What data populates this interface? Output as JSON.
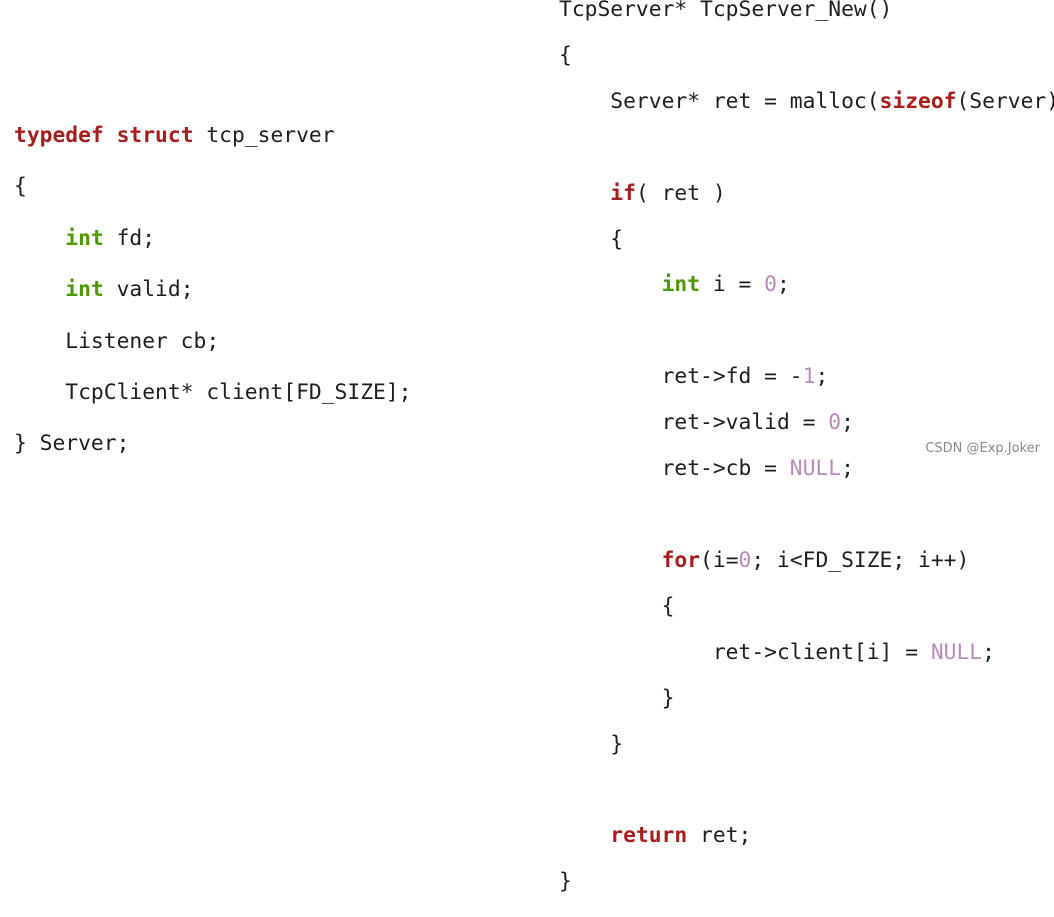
{
  "left_code": {
    "lines": [
      [
        [
          "typedef",
          "kw"
        ],
        [
          " ",
          "plain"
        ],
        [
          "struct",
          "kw"
        ],
        [
          " tcp_server",
          "plain"
        ]
      ],
      [
        [
          "{",
          "plain"
        ]
      ],
      [
        [
          "    ",
          "plain"
        ],
        [
          "int",
          "type"
        ],
        [
          " fd;",
          "plain"
        ]
      ],
      [
        [
          "    ",
          "plain"
        ],
        [
          "int",
          "type"
        ],
        [
          " valid;",
          "plain"
        ]
      ],
      [
        [
          "    Listener cb;",
          "plain"
        ]
      ],
      [
        [
          "    TcpClient* client[FD_SIZE];",
          "plain"
        ]
      ],
      [
        [
          "} Server;",
          "plain"
        ]
      ]
    ]
  },
  "right_code": {
    "lines": [
      [
        [
          "TcpServer* TcpServer_New()",
          "plain"
        ]
      ],
      [
        [
          "{",
          "plain"
        ]
      ],
      [
        [
          "    Server* ret = malloc(",
          "plain"
        ],
        [
          "sizeof",
          "kw"
        ],
        [
          "(Server));",
          "plain"
        ]
      ],
      [],
      [
        [
          "    ",
          "plain"
        ],
        [
          "if",
          "kw"
        ],
        [
          "( ret )",
          "plain"
        ]
      ],
      [
        [
          "    {",
          "plain"
        ]
      ],
      [
        [
          "        ",
          "plain"
        ],
        [
          "int",
          "type"
        ],
        [
          " i = ",
          "plain"
        ],
        [
          "0",
          "num"
        ],
        [
          ";",
          "plain"
        ]
      ],
      [],
      [
        [
          "        ret->fd = -",
          "plain"
        ],
        [
          "1",
          "num"
        ],
        [
          ";",
          "plain"
        ]
      ],
      [
        [
          "        ret->valid = ",
          "plain"
        ],
        [
          "0",
          "num"
        ],
        [
          ";",
          "plain"
        ]
      ],
      [
        [
          "        ret->cb = ",
          "plain"
        ],
        [
          "NULL",
          "num"
        ],
        [
          ";",
          "plain"
        ]
      ],
      [],
      [
        [
          "        ",
          "plain"
        ],
        [
          "for",
          "kw"
        ],
        [
          "(i=",
          "plain"
        ],
        [
          "0",
          "num"
        ],
        [
          "; i<FD_SIZE; i++)",
          "plain"
        ]
      ],
      [
        [
          "        {",
          "plain"
        ]
      ],
      [
        [
          "            ret->client[i] = ",
          "plain"
        ],
        [
          "NULL",
          "num"
        ],
        [
          ";",
          "plain"
        ]
      ],
      [
        [
          "        }",
          "plain"
        ]
      ],
      [
        [
          "    }",
          "plain"
        ]
      ],
      [],
      [
        [
          "    ",
          "plain"
        ],
        [
          "return",
          "kw"
        ],
        [
          " ret;",
          "plain"
        ]
      ],
      [
        [
          "}",
          "plain"
        ]
      ]
    ]
  },
  "watermark": "CSDN @Exp.Joker",
  "colors": {
    "keyword": "#a51d1d",
    "type": "#4e9a06",
    "number": "#b88bb8",
    "text": "#1e1e1e"
  }
}
